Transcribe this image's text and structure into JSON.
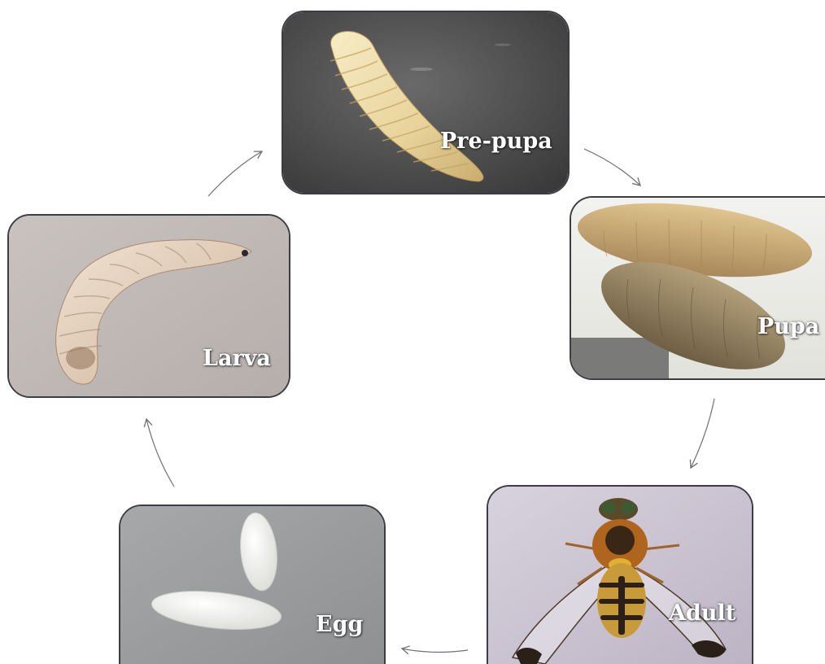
{
  "stages": {
    "prepupa": {
      "label": "Pre-pupa",
      "photo": "pre-pupa-photo"
    },
    "pupa": {
      "label": "Pupa",
      "photo": "pupa-photo"
    },
    "adult": {
      "label": "Adult",
      "photo": "adult-fly-photo"
    },
    "egg": {
      "label": "Egg",
      "photo": "egg-photo"
    },
    "larva": {
      "label": "Larva",
      "photo": "larva-photo"
    }
  },
  "cycle_order": [
    "Egg",
    "Larva",
    "Pre-pupa",
    "Pupa",
    "Adult"
  ],
  "colors": {
    "panel_border": "#3c3c44",
    "arrow": "#6e6e78",
    "label_text": "#ffffff"
  }
}
